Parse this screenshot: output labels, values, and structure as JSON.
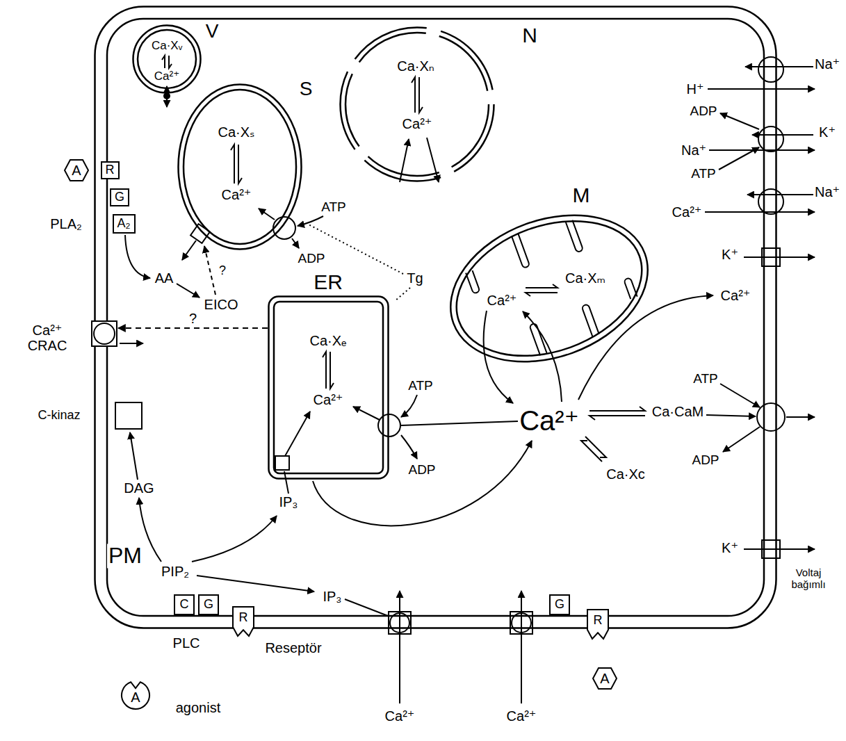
{
  "diagram": {
    "nodes": [
      {
        "text": [
          "PM"
        ]
      },
      {
        "text": [
          "V",
          "Ca·Xᵥ",
          "Ca²⁺"
        ],
        "in": 0
      },
      {
        "text": [
          "S",
          "Ca·Xₛ",
          "Ca²⁺"
        ],
        "in": 0
      },
      {
        "text": [
          "N",
          "Ca·Xₙ",
          "Ca²⁺"
        ],
        "in": 0
      },
      {
        "text": [
          "M",
          "Ca·Xₘ",
          "Ca²⁺"
        ],
        "in": 0
      },
      {
        "text": [
          "ER",
          "Ca·Xₑ",
          "Ca²⁺"
        ],
        "in": 0
      },
      {
        "text": [
          "A"
        ]
      },
      {
        "text": [
          "R"
        ],
        "in": 0
      },
      {
        "text": [
          "G"
        ],
        "in": 0
      },
      {
        "text": [
          "A₂",
          "PLA₂"
        ],
        "in": 0
      },
      {
        "text": [
          "Ca²⁺ CRAC"
        ],
        "in": 0
      },
      {
        "text": [
          "C-kinaz"
        ],
        "in": 0
      },
      {
        "text": [
          "C",
          "PLC"
        ],
        "in": 0
      },
      {
        "text": [
          "G"
        ],
        "in": 0
      },
      {
        "text": [
          "R",
          "Reseptör"
        ],
        "in": 0
      },
      {
        "text": [
          "A",
          "agonist"
        ]
      },
      {
        "text": [
          "G"
        ],
        "in": 0
      },
      {
        "text": [
          "R"
        ],
        "in": 0
      },
      {
        "text": [
          "A"
        ]
      }
    ],
    "edges": [
      {
        "from": 5,
        "to": 10,
        "arrow": "to",
        "label": "?"
      }
    ],
    "labels": [
      "AA",
      "EICO",
      "?",
      "Tg",
      "ATP",
      "ADP",
      "ATP",
      "ADP",
      "IP₃",
      "DAG",
      "PIP₂",
      "IP₃",
      "Ca²⁺",
      "Ca·CaM",
      "Ca·Xc",
      "ATP",
      "ADP",
      "Na⁺",
      "H⁺",
      "ADP",
      "K⁺",
      "Na⁺",
      "ATP",
      "Na⁺",
      "Ca²⁺",
      "K⁺",
      "Ca²⁺",
      "K⁺",
      "Voltaj bağımlı",
      "Ca²⁺",
      "Ca²⁺"
    ]
  }
}
